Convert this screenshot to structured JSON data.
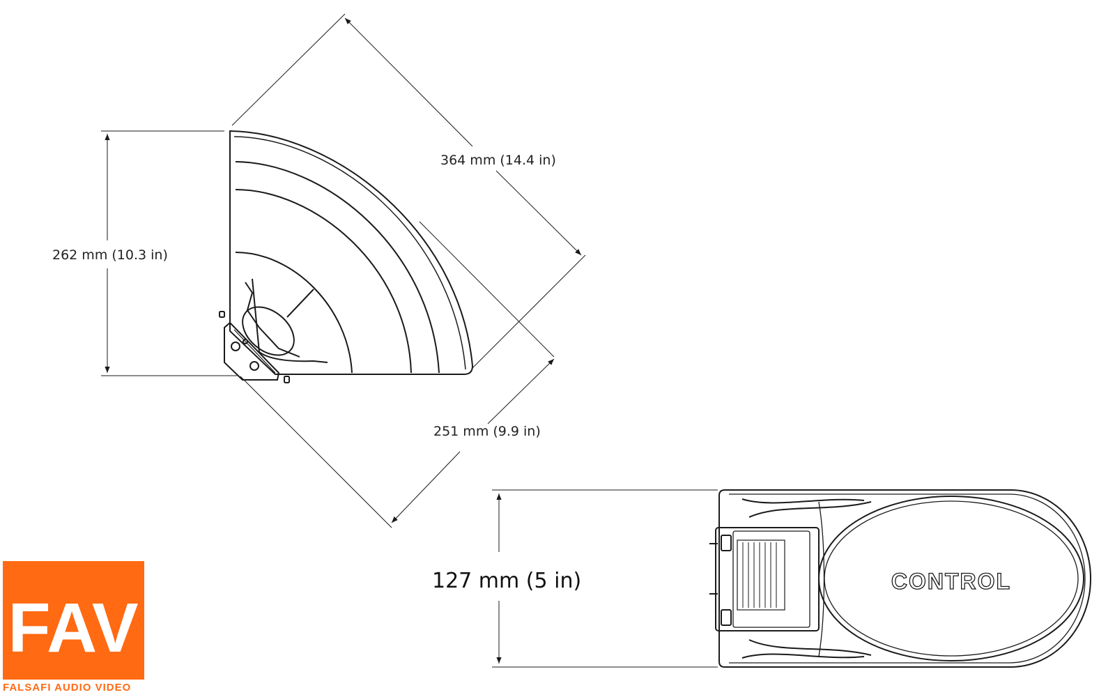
{
  "dimensions": {
    "height_side": "262 mm (10.3 in)",
    "diagonal_front": "364 mm (14.4 in)",
    "diagonal_back": "251 mm (9.9 in)",
    "height_bottom": "127 mm (5 in)"
  },
  "product": {
    "badge_text": "CONTROL"
  },
  "logo": {
    "mark": "FAV",
    "caption": "FALSAFI AUDIO VIDEO",
    "accent_color": "#ff6a13"
  },
  "colors": {
    "line": "#1a1a1a",
    "background": "#ffffff"
  }
}
